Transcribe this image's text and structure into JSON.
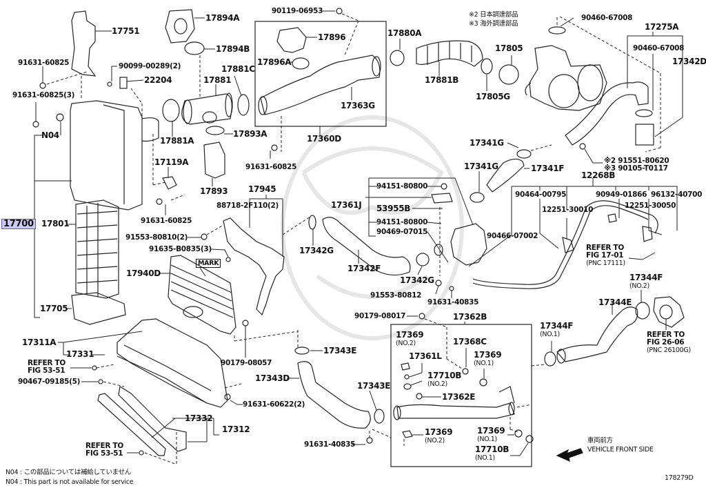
{
  "diagram": {
    "figure_id": "178279D",
    "selected_part": "17700",
    "notes_top": [
      "※2 日本調達部品",
      "※3 海外調達部品"
    ],
    "notes_bottom": [
      "N04 : この部品については補給していません",
      "N04 : This part is not available for service"
    ],
    "direction": {
      "jp": "車両前方",
      "en": "VEHICLE FRONT SIDE"
    },
    "labels": {
      "p17751": "17751",
      "p91631_60825_a": "91631-60825",
      "p91631_60825_3": "91631-60825(3)",
      "p90099": "90099-00289(2)",
      "p22204": "22204",
      "n04": "N04",
      "p17700": "17700",
      "p17801": "17801",
      "p17705": "17705",
      "p17894A": "17894A",
      "p17894B": "17894B",
      "p17881C": "17881C",
      "p17881": "17881",
      "p17881A": "17881A",
      "p17893A": "17893A",
      "p17119A": "17119A",
      "p17893": "17893",
      "p91631_60825_b": "91631-60825",
      "p91631_60825_c": "91631-60825",
      "p90119": "90119-06953",
      "p17896": "17896",
      "p17896A": "17896A",
      "p17363G": "17363G",
      "p17360D": "17360D",
      "p17880A": "17880A",
      "p17881B": "17881B",
      "p17805": "17805",
      "p17805G": "17805G",
      "p90460_top": "90460-67008",
      "p17275A": "17275A",
      "p90460_in": "90460-67008",
      "p17342D": "17342D",
      "p91551": "※2 91551-80620",
      "p90105": "※3 90105-T0117",
      "p17341G_a": "17341G",
      "p17341G_b": "17341G",
      "p17341F": "17341F",
      "p12268B": "12268B",
      "p90464": "90464-00795",
      "p12251_30010": "12251-30010",
      "p90949": "90949-01866",
      "p96132": "96132-40700",
      "p12251_30050": "12251-30050",
      "p90466": "90466-07002",
      "ref17_01": [
        "REFER TO",
        "FIG 17-01",
        "(PNC 17111)"
      ],
      "p17344F_2": "17344F",
      "p17344F_2_sub": "(NO.2)",
      "p17344E": "17344E",
      "ref26_06": [
        "REFER TO",
        "FIG 26-06",
        "(PNC 26100G)"
      ],
      "p17344F_1": "17344F",
      "p17344F_1_sub": "(NO.1)",
      "p17945": "17945",
      "p88718": "88718-2F110(2)",
      "p91553_80810": "91553-80810(2)",
      "p91635": "91635-B0835(3)",
      "mark": "MARK",
      "p17940D": "17940D",
      "p17342G_a": "17342G",
      "p17342F": "17342F",
      "p17342G_b": "17342G",
      "p17361J": "17361J",
      "p94151_a": "94151-80800",
      "p53955B": "53955B",
      "p94151_b": "94151-80800",
      "p90469": "90469-07015",
      "p91553_80812": "91553-80812",
      "p91631_40835_a": "91631-40835",
      "p90179_08017": "90179-08017",
      "p17362B": "17362B",
      "p17369_2a": "17369",
      "p17369_2a_sub": "(NO.2)",
      "p17368C": "17368C",
      "p17361L": "17361L",
      "p17369_1a": "17369",
      "p17369_1a_sub": "(NO.1)",
      "p17710B_2": "17710B",
      "p17710B_2_sub": "(NO.2)",
      "p17362E": "17362E",
      "p17369_2b": "17369",
      "p17369_2b_sub": "(NO.2)",
      "p17369_1b": "17369",
      "p17369_1b_sub": "(NO.1)",
      "p17710B_1": "17710B",
      "p17710B_1_sub": "(NO.1)",
      "p17311A": "17311A",
      "p17331": "17331",
      "ref53_51_a": [
        "REFER TO",
        "FIG 53-51"
      ],
      "p90467": "90467-09185(5)",
      "p90179_08057": "90179-08057",
      "p17343E_a": "17343E",
      "p17343D": "17343D",
      "p17343E_b": "17343E",
      "p91631_60622": "91631-60622(2)",
      "p91631_40835_b": "91631-40835",
      "p17332": "17332",
      "p17312": "17312",
      "ref53_51_b": [
        "REFER TO",
        "FIG 53-51"
      ]
    }
  }
}
